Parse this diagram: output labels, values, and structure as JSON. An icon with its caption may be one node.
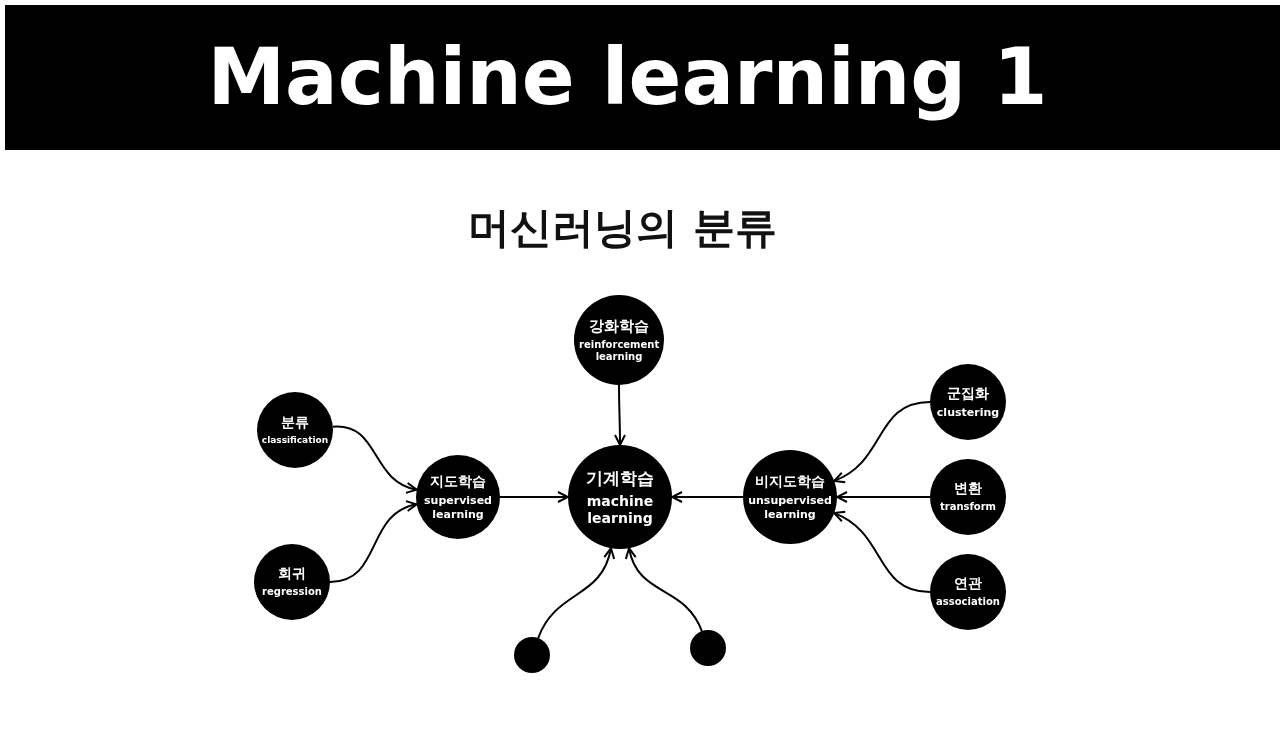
{
  "diagram": {
    "title": "Machine learning 1",
    "labels": [
      "머신러닝의 분류"
    ],
    "nodes": [
      {
        "text": [
          "강화학습",
          "reinforcement learning"
        ]
      },
      {
        "text": [
          "분류",
          "classification"
        ]
      },
      {
        "text": [
          "지도학습",
          "supervised learning"
        ]
      },
      {
        "text": [
          "기계학습",
          "machine learning"
        ]
      },
      {
        "text": [
          "비지도학습",
          "unsupervised learning"
        ]
      },
      {
        "text": [
          "군집화",
          "clustering"
        ]
      },
      {
        "text": [
          "변환",
          "transform"
        ]
      },
      {
        "text": [
          "회귀",
          "regression"
        ]
      },
      {
        "text": [
          "연관",
          "association"
        ]
      },
      {
        "text": [],
        "shape": "circle"
      },
      {
        "text": [],
        "shape": "circle"
      }
    ],
    "edges": [
      {
        "from": 0,
        "to": 3,
        "arrow": "to"
      },
      {
        "from": 1,
        "to": 2,
        "arrow": "to"
      },
      {
        "from": 7,
        "to": 2,
        "arrow": "to"
      },
      {
        "from": 2,
        "to": 3,
        "arrow": "to"
      },
      {
        "from": 4,
        "to": 3,
        "arrow": "to"
      },
      {
        "from": 5,
        "to": 4,
        "arrow": "to"
      },
      {
        "from": 6,
        "to": 4,
        "arrow": "to"
      },
      {
        "from": 8,
        "to": 4,
        "arrow": "to"
      },
      {
        "from": 9,
        "to": 3,
        "arrow": "to"
      },
      {
        "from": 10,
        "to": 3,
        "arrow": "to"
      }
    ]
  }
}
